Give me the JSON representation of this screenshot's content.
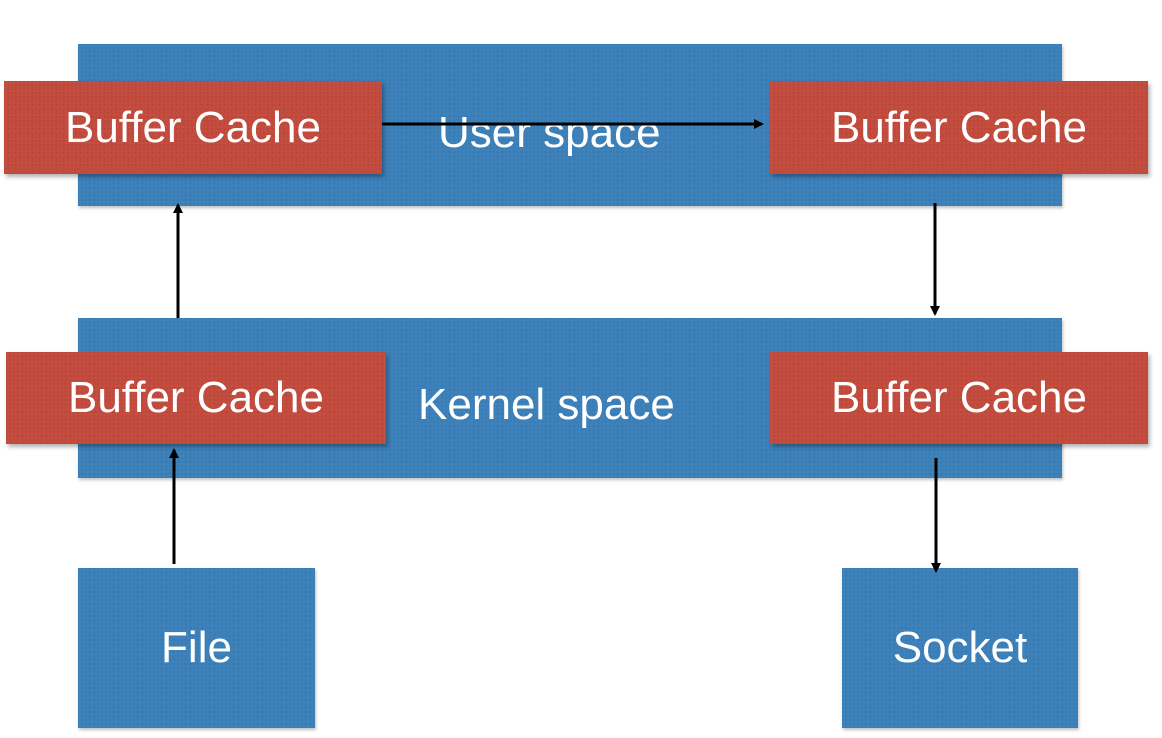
{
  "user_space": {
    "label": "User space"
  },
  "kernel_space": {
    "label": "Kernel space"
  },
  "buffers": {
    "user_left": "Buffer Cache",
    "user_right": "Buffer Cache",
    "kernel_left": "Buffer Cache",
    "kernel_right": "Buffer Cache"
  },
  "file": {
    "label": "File"
  },
  "socket": {
    "label": "Socket"
  },
  "colors": {
    "space_blue": "#3a7fb8",
    "buffer_red": "#c14a3c",
    "arrow": "#000000"
  }
}
